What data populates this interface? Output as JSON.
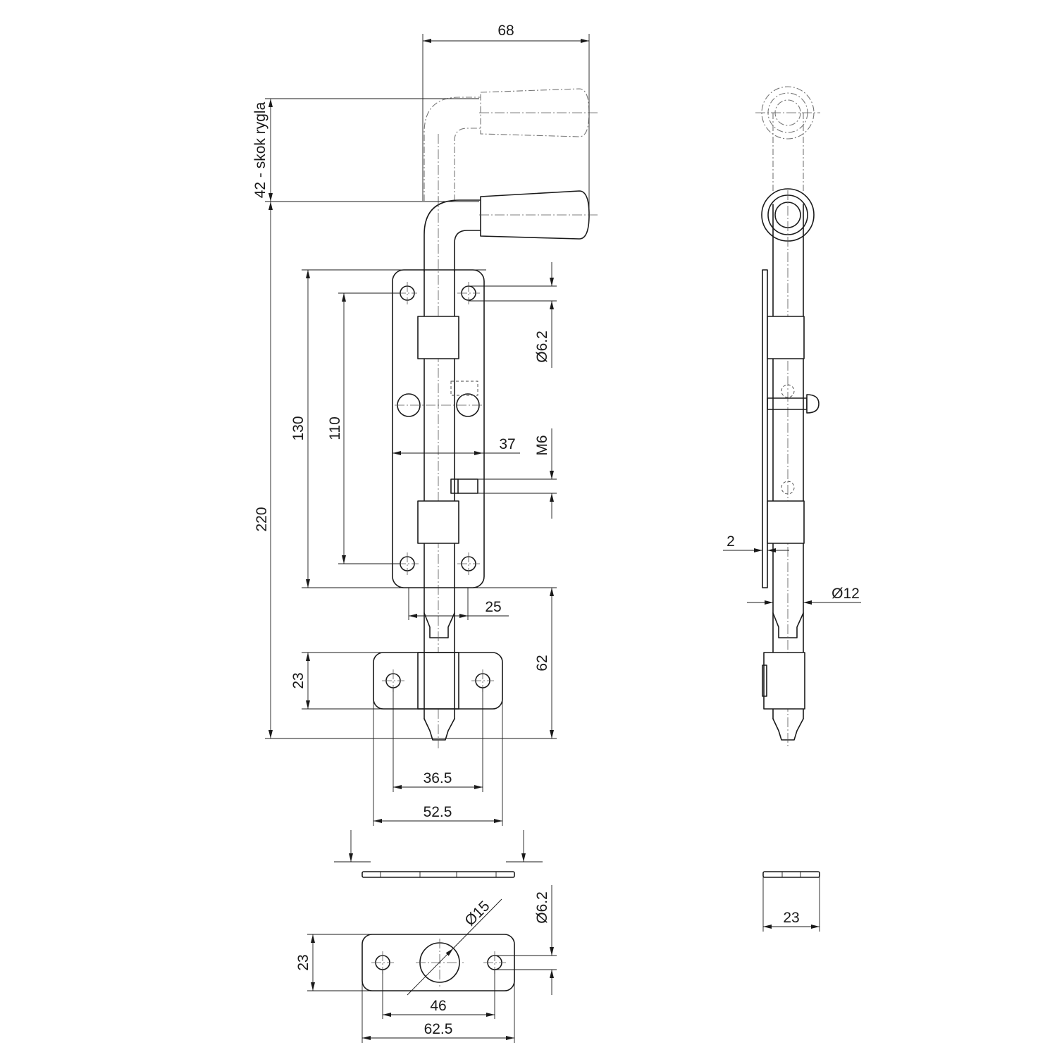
{
  "dimensions": {
    "d68": "68",
    "stroke": "42 - skok rygla",
    "d220": "220",
    "d130": "130",
    "d110": "110",
    "hole1": "Ø6.2",
    "thread": "M6",
    "d37": "37",
    "d25": "25",
    "d62": "62",
    "d23a": "23",
    "d36_5": "36.5",
    "d52_5": "52.5",
    "hole2": "Ø6.2",
    "bore": "Ø15",
    "d23b": "23",
    "d46": "46",
    "d62_5": "62.5",
    "d2": "2",
    "rod": "Ø12",
    "d23c": "23"
  }
}
